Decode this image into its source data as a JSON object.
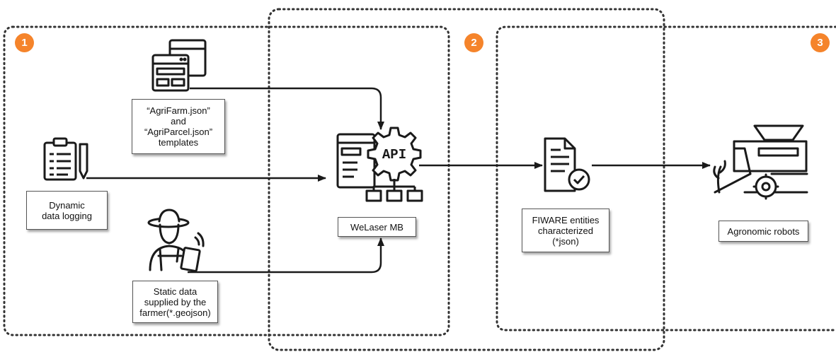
{
  "badges": {
    "one": "1",
    "two": "2",
    "three": "3"
  },
  "templates_box": {
    "line1": "“AgriFarm.json”",
    "line2": "and",
    "line3": "“AgriParcel.json”",
    "line4": "templates"
  },
  "dynamic_box": {
    "line1": "Dynamic",
    "line2": "data logging"
  },
  "static_box": {
    "line1": "Static data",
    "line2": "supplied by the",
    "line3": "farmer(*.geojson)"
  },
  "welaser_box": {
    "label": "WeLaser MB"
  },
  "api_label": "API",
  "fiware_box": {
    "line1": "FIWARE entities",
    "line2": "characterized",
    "line3": "(*json)"
  },
  "robots_box": {
    "label": "Agronomic robots"
  },
  "colors": {
    "badge": "#f5842b",
    "ink": "#1a1a1a",
    "border": "#555555"
  }
}
